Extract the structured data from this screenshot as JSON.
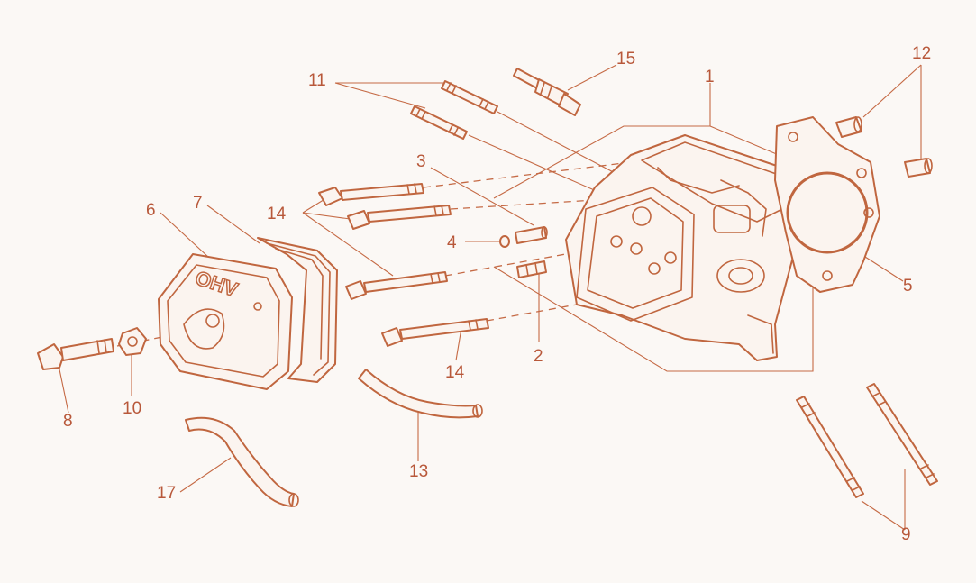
{
  "diagram": {
    "type": "exploded-parts-diagram",
    "colors": {
      "line": "#c0663f",
      "label": "#b8583a",
      "background": "#fbf8f5",
      "part_fill": "#fbf4ef"
    },
    "stamp_text": "OHV",
    "callouts": [
      {
        "id": "1",
        "text": "1"
      },
      {
        "id": "2",
        "text": "2"
      },
      {
        "id": "3",
        "text": "3"
      },
      {
        "id": "4",
        "text": "4"
      },
      {
        "id": "5",
        "text": "5"
      },
      {
        "id": "6",
        "text": "6"
      },
      {
        "id": "7",
        "text": "7"
      },
      {
        "id": "8",
        "text": "8"
      },
      {
        "id": "9",
        "text": "9"
      },
      {
        "id": "10",
        "text": "10"
      },
      {
        "id": "11",
        "text": "11"
      },
      {
        "id": "12",
        "text": "12"
      },
      {
        "id": "13",
        "text": "13"
      },
      {
        "id": "14a",
        "text": "14"
      },
      {
        "id": "14b",
        "text": "14"
      },
      {
        "id": "15",
        "text": "15"
      },
      {
        "id": "17",
        "text": "17"
      }
    ]
  }
}
